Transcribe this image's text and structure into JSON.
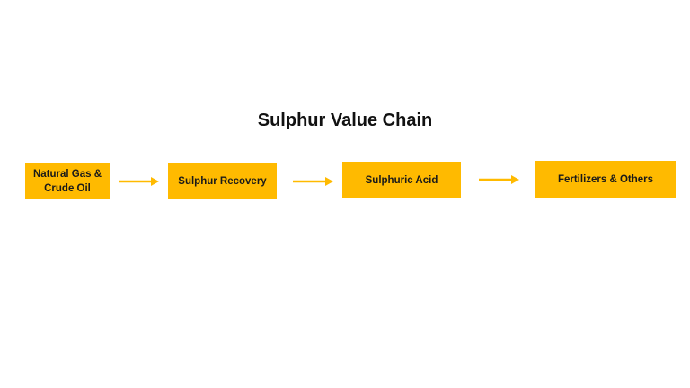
{
  "diagram": {
    "title": "Sulphur Value Chain",
    "steps": [
      {
        "label": "Natural Gas & Crude Oil"
      },
      {
        "label": "Sulphur Recovery"
      },
      {
        "label": "Sulphuric Acid"
      },
      {
        "label": "Fertilizers & Others"
      }
    ]
  },
  "colors": {
    "box_fill": "#FFBA00",
    "arrow": "#FFBA00",
    "title_text": "#111111"
  }
}
